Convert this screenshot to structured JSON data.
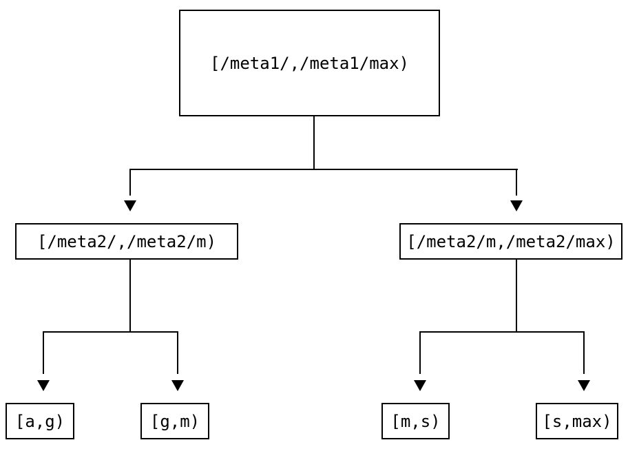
{
  "diagram": {
    "type": "tree",
    "colors": {
      "line": "#000000",
      "background": "#ffffff"
    },
    "nodes": {
      "root": {
        "label": "[/meta1/,/meta1/max)"
      },
      "left": {
        "label": "[/meta2/,/meta2/m)"
      },
      "right": {
        "label": "[/meta2/m,/meta2/max)"
      },
      "leaf_ag": {
        "label": "[a,g)"
      },
      "leaf_gm": {
        "label": "[g,m)"
      },
      "leaf_ms": {
        "label": "[m,s)"
      },
      "leaf_smax": {
        "label": "[s,max)"
      }
    },
    "edges": [
      {
        "from": "root",
        "to": "left"
      },
      {
        "from": "root",
        "to": "right"
      },
      {
        "from": "left",
        "to": "leaf_ag"
      },
      {
        "from": "left",
        "to": "leaf_gm"
      },
      {
        "from": "right",
        "to": "leaf_ms"
      },
      {
        "from": "right",
        "to": "leaf_smax"
      }
    ]
  }
}
